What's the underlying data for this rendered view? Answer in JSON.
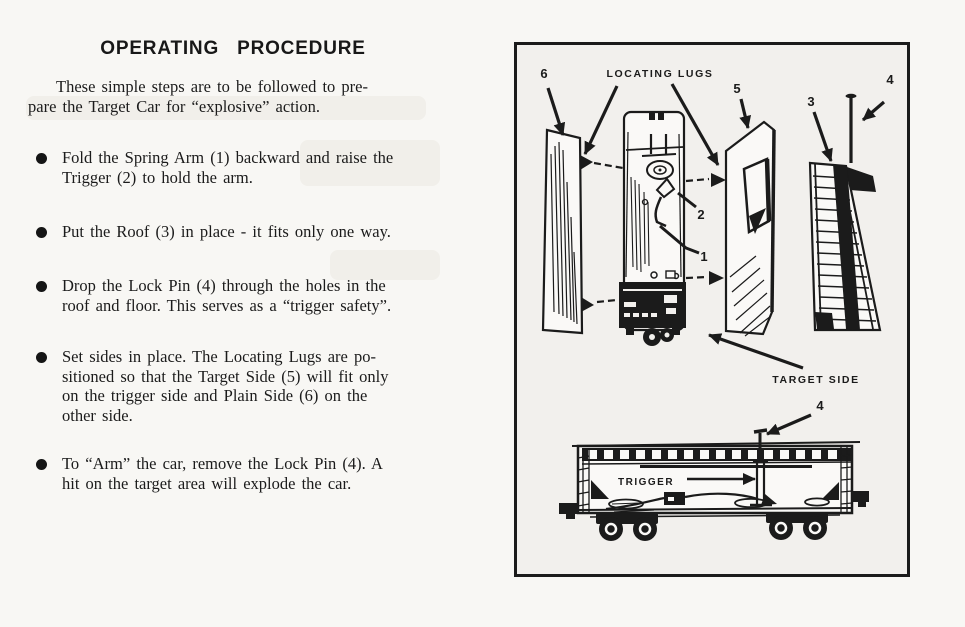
{
  "colors": {
    "ink": "#1b1b1b",
    "paper": "#f8f7f4",
    "diagram_bg": "#f2f0ed"
  },
  "procedure": {
    "heading": "OPERATING  PROCEDURE",
    "intro": "These simple steps are to be followed to pre-\npare the Target Car for “explosive” action.",
    "steps": [
      {
        "text": "Fold the Spring Arm (1) backward and raise the\nTrigger (2) to hold the arm."
      },
      {
        "text": "Put the Roof (3) in place - it fits only one way."
      },
      {
        "text": "Drop the Lock Pin (4) through the holes in the\nroof and floor. This serves as a “trigger safety”."
      },
      {
        "text": "Set sides in place. The Locating Lugs are po-\nsitioned so that the Target Side (5) will fit only\non the trigger side and Plain Side (6) on the\nother side."
      },
      {
        "text": "To “Arm” the car, remove the Lock Pin (4). A\nhit on the target area will explode the car."
      }
    ]
  },
  "diagram": {
    "labels": {
      "locating_lugs": "LOCATING LUGS",
      "target_side": "TARGET SIDE",
      "trigger": "TRIGGER",
      "part_1": "1",
      "part_2": "2",
      "part_3": "3",
      "part_4_top": "4",
      "part_4_bottom": "4",
      "part_5": "5",
      "part_6": "6"
    }
  }
}
